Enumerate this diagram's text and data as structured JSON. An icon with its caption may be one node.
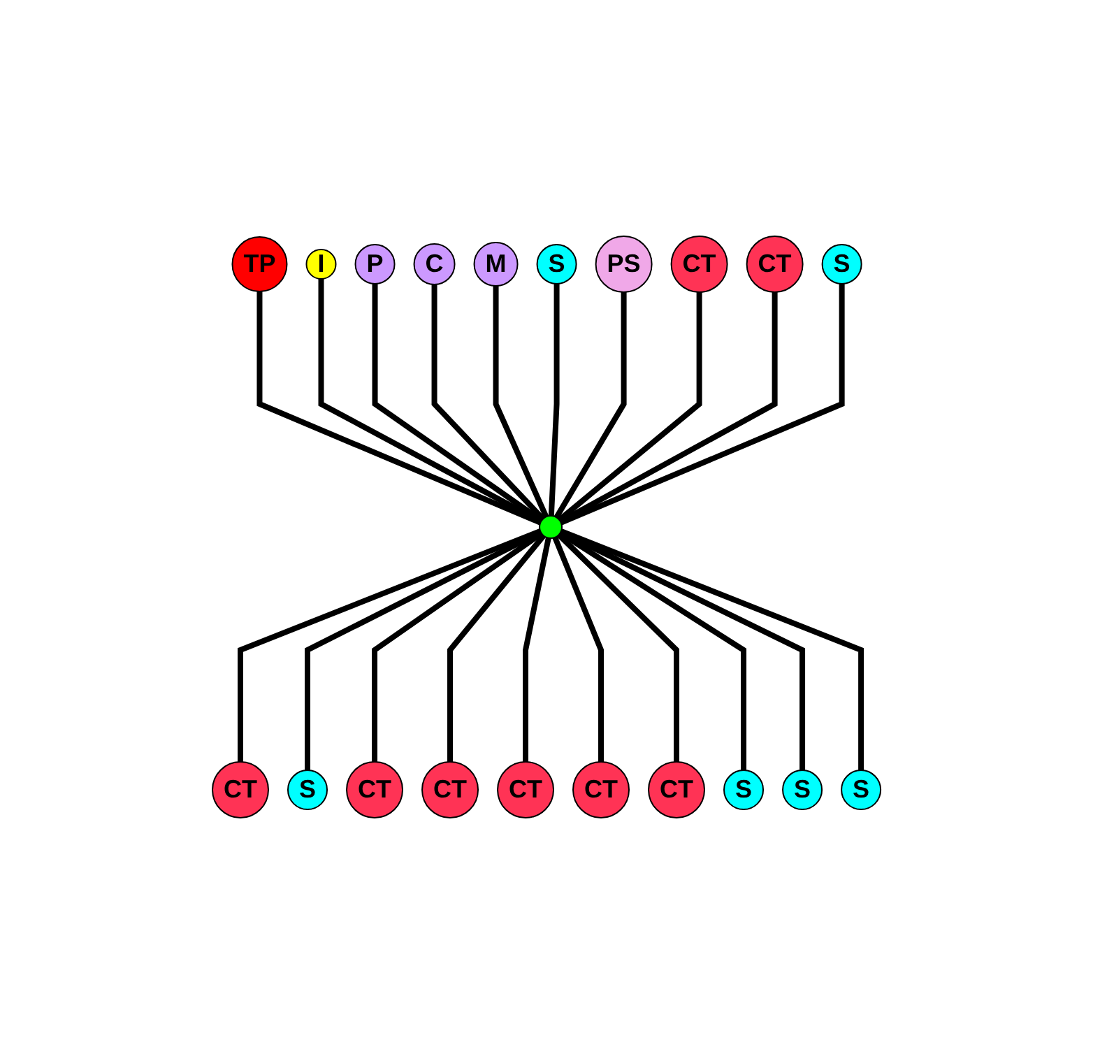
{
  "diagram": {
    "nodes": [
      {
        "text": [],
        "shape": "circle"
      },
      {
        "text": [
          "TP"
        ]
      },
      {
        "text": [
          "I"
        ]
      },
      {
        "text": [
          "P"
        ]
      },
      {
        "text": [
          "C"
        ]
      },
      {
        "text": [
          "M"
        ]
      },
      {
        "text": [
          "CT"
        ]
      },
      {
        "text": [
          "S"
        ]
      },
      {
        "text": [
          "CT"
        ]
      },
      {
        "text": [
          "CT"
        ]
      },
      {
        "text": [
          "CT"
        ]
      },
      {
        "text": [
          "CT"
        ]
      },
      {
        "text": [
          "CT"
        ]
      },
      {
        "text": [
          "S"
        ]
      },
      {
        "text": [
          "S"
        ]
      },
      {
        "text": [
          "S"
        ]
      },
      {
        "text": [
          "S"
        ]
      },
      {
        "text": [
          "PS"
        ]
      },
      {
        "text": [
          "CT"
        ]
      },
      {
        "text": [
          "CT"
        ]
      },
      {
        "text": [
          "S"
        ]
      }
    ],
    "edges": [
      {
        "from": 0,
        "to": 1,
        "arrow": "none"
      },
      {
        "from": 0,
        "to": 2,
        "arrow": "none"
      },
      {
        "from": 0,
        "to": 3,
        "arrow": "none"
      },
      {
        "from": 0,
        "to": 4,
        "arrow": "none"
      },
      {
        "from": 0,
        "to": 5,
        "arrow": "none"
      },
      {
        "from": 0,
        "to": 6,
        "arrow": "none"
      },
      {
        "from": 0,
        "to": 7,
        "arrow": "none"
      },
      {
        "from": 0,
        "to": 8,
        "arrow": "none"
      },
      {
        "from": 0,
        "to": 9,
        "arrow": "none"
      },
      {
        "from": 0,
        "to": 10,
        "arrow": "none"
      },
      {
        "from": 0,
        "to": 11,
        "arrow": "none"
      },
      {
        "from": 0,
        "to": 12,
        "arrow": "none"
      },
      {
        "from": 0,
        "to": 13,
        "arrow": "none"
      },
      {
        "from": 0,
        "to": 14,
        "arrow": "none"
      },
      {
        "from": 0,
        "to": 15,
        "arrow": "none"
      },
      {
        "from": 0,
        "to": 16,
        "arrow": "none"
      },
      {
        "from": 0,
        "to": 17,
        "arrow": "none"
      },
      {
        "from": 0,
        "to": 18,
        "arrow": "none"
      },
      {
        "from": 0,
        "to": 19,
        "arrow": "none"
      },
      {
        "from": 0,
        "to": 20,
        "arrow": "none"
      }
    ]
  }
}
